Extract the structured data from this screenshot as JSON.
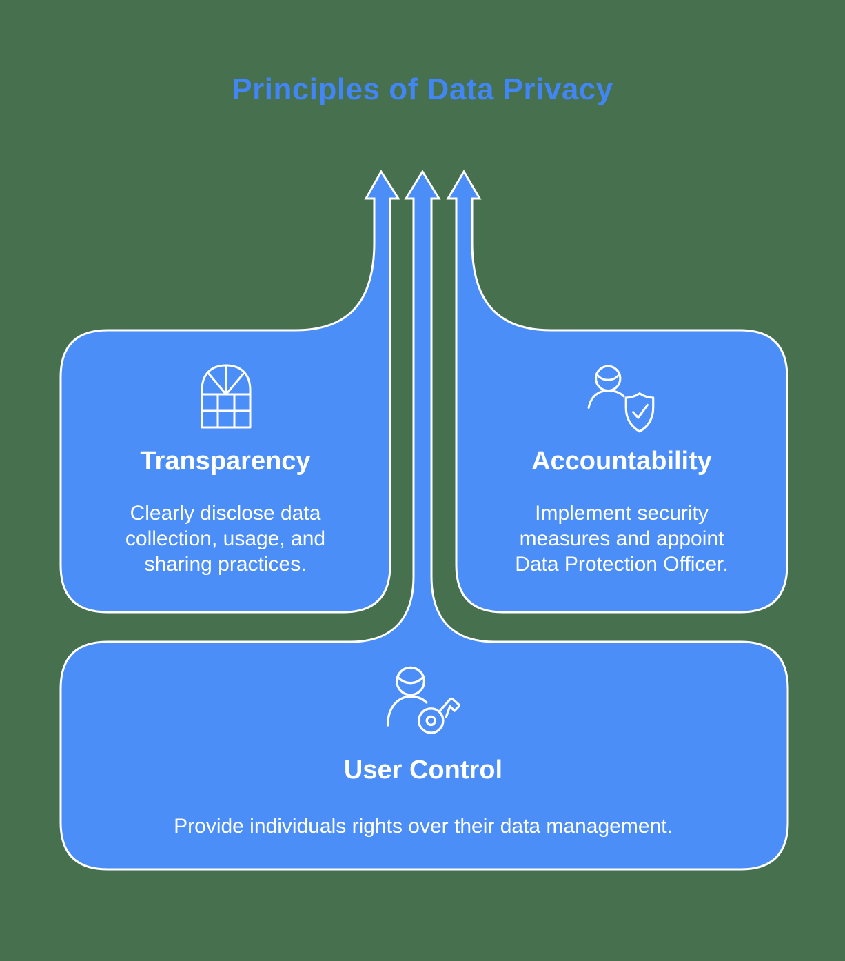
{
  "title": "Principles of Data Privacy",
  "colors": {
    "background": "#47704E",
    "card_blue": "#4C8EF7",
    "title_blue": "#4285F4",
    "text_white": "#FFFFFF"
  },
  "arrows": {
    "count": 3,
    "direction": "up",
    "style": "blue with white outline, flowing out of the cards toward the title"
  },
  "cards": [
    {
      "id": "transparency",
      "icon": "window-icon",
      "heading": "Transparency",
      "body": "Clearly disclose data collection, usage, and sharing practices."
    },
    {
      "id": "accountability",
      "icon": "user-shield-check-icon",
      "heading": "Accountability",
      "body": "Implement security measures and appoint Data Protection Officer."
    },
    {
      "id": "user-control",
      "icon": "user-key-icon",
      "heading": "User Control",
      "body": "Provide individuals rights over their data management."
    }
  ]
}
